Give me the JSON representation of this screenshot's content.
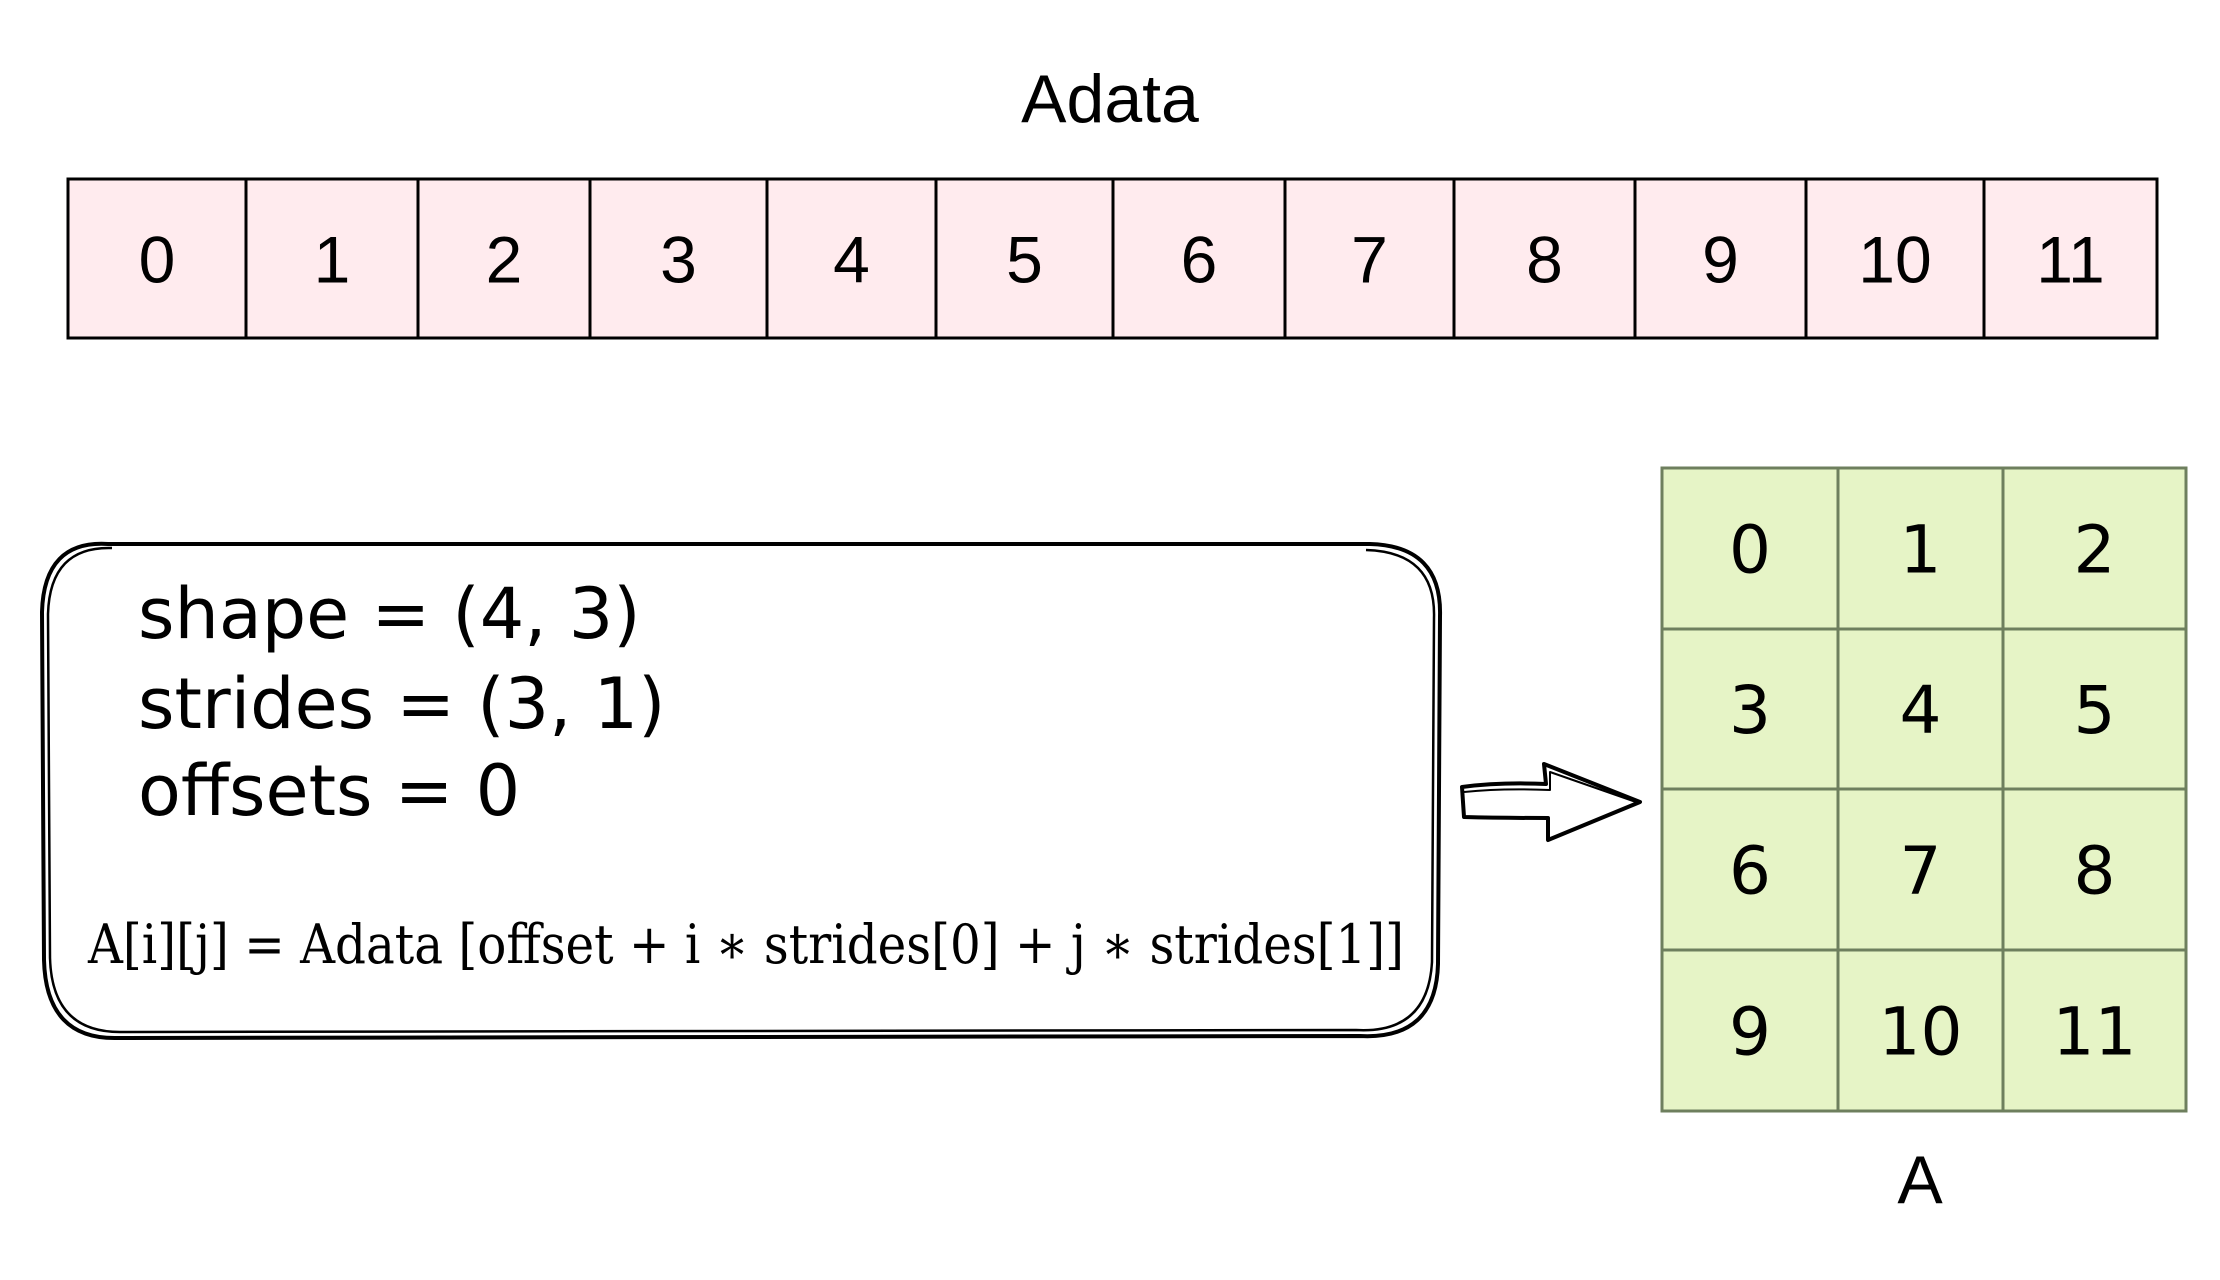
{
  "adata": {
    "title": "Adata",
    "values": [
      "0",
      "1",
      "2",
      "3",
      "4",
      "5",
      "6",
      "7",
      "8",
      "9",
      "10",
      "11"
    ],
    "fill": "#ffebee",
    "stroke": "#000000"
  },
  "info_box": {
    "shape_line": "shape = (4, 3)",
    "strides_line": "strides = (3, 1)",
    "offsets_line": "offsets = 0",
    "formula": "A[i][j] = Adata [offset + i ∗ strides[0] + j ∗ strides[1]]"
  },
  "matrix": {
    "label": "A",
    "rows": [
      [
        "0",
        "1",
        "2"
      ],
      [
        "3",
        "4",
        "5"
      ],
      [
        "6",
        "7",
        "8"
      ],
      [
        "9",
        "10",
        "11"
      ]
    ],
    "fill": "#e6f4c6",
    "stroke": "#6e7f5e"
  }
}
